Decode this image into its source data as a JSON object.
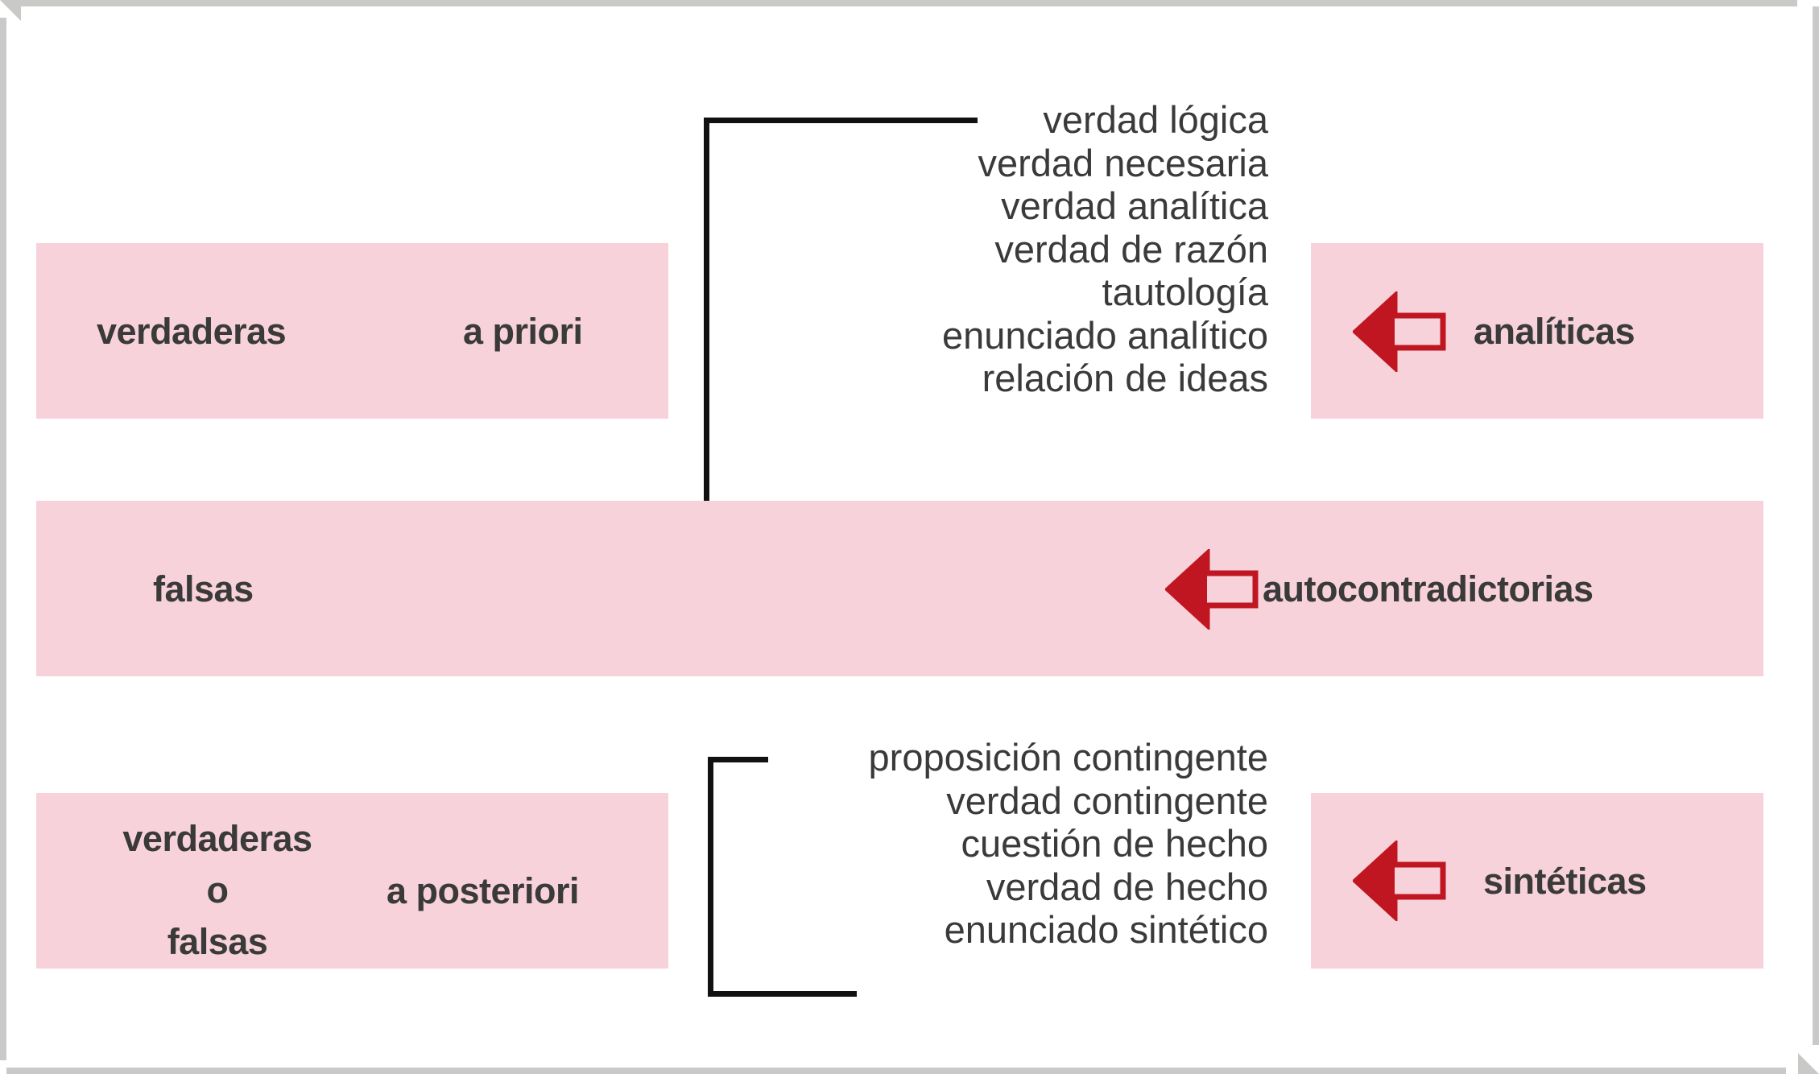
{
  "page": {
    "background_color": "#ffffff",
    "sheet_edge_color": "#c9c9c7",
    "band_color": "#f7d2da",
    "text_color": "#3a3a3a",
    "bracket_color": "#111111",
    "arrow_color": "#bf1622"
  },
  "rows": {
    "apriori": {
      "truth_label": "verdaderas",
      "mode_label": "a priori",
      "category_label": "analíticas",
      "arrow_icon": "arrow-left-outline-icon"
    },
    "falsas": {
      "truth_label": "falsas",
      "category_label": "autocontradictorias",
      "arrow_icon": "arrow-left-outline-icon"
    },
    "aposteriori": {
      "truth_label": "verdaderas\no\nfalsas",
      "mode_label": "a posteriori",
      "category_label": "sintéticas",
      "arrow_icon": "arrow-left-outline-icon"
    }
  },
  "lists": {
    "analytic_terms": "verdad lógica\nverdad necesaria\nverdad analítica\nverdad de razón\ntautología\nenunciado analítico\nrelación de ideas",
    "synthetic_terms": "proposición contingente\nverdad contingente\ncuestión de hecho\nverdad de hecho\nenunciado sintético"
  }
}
